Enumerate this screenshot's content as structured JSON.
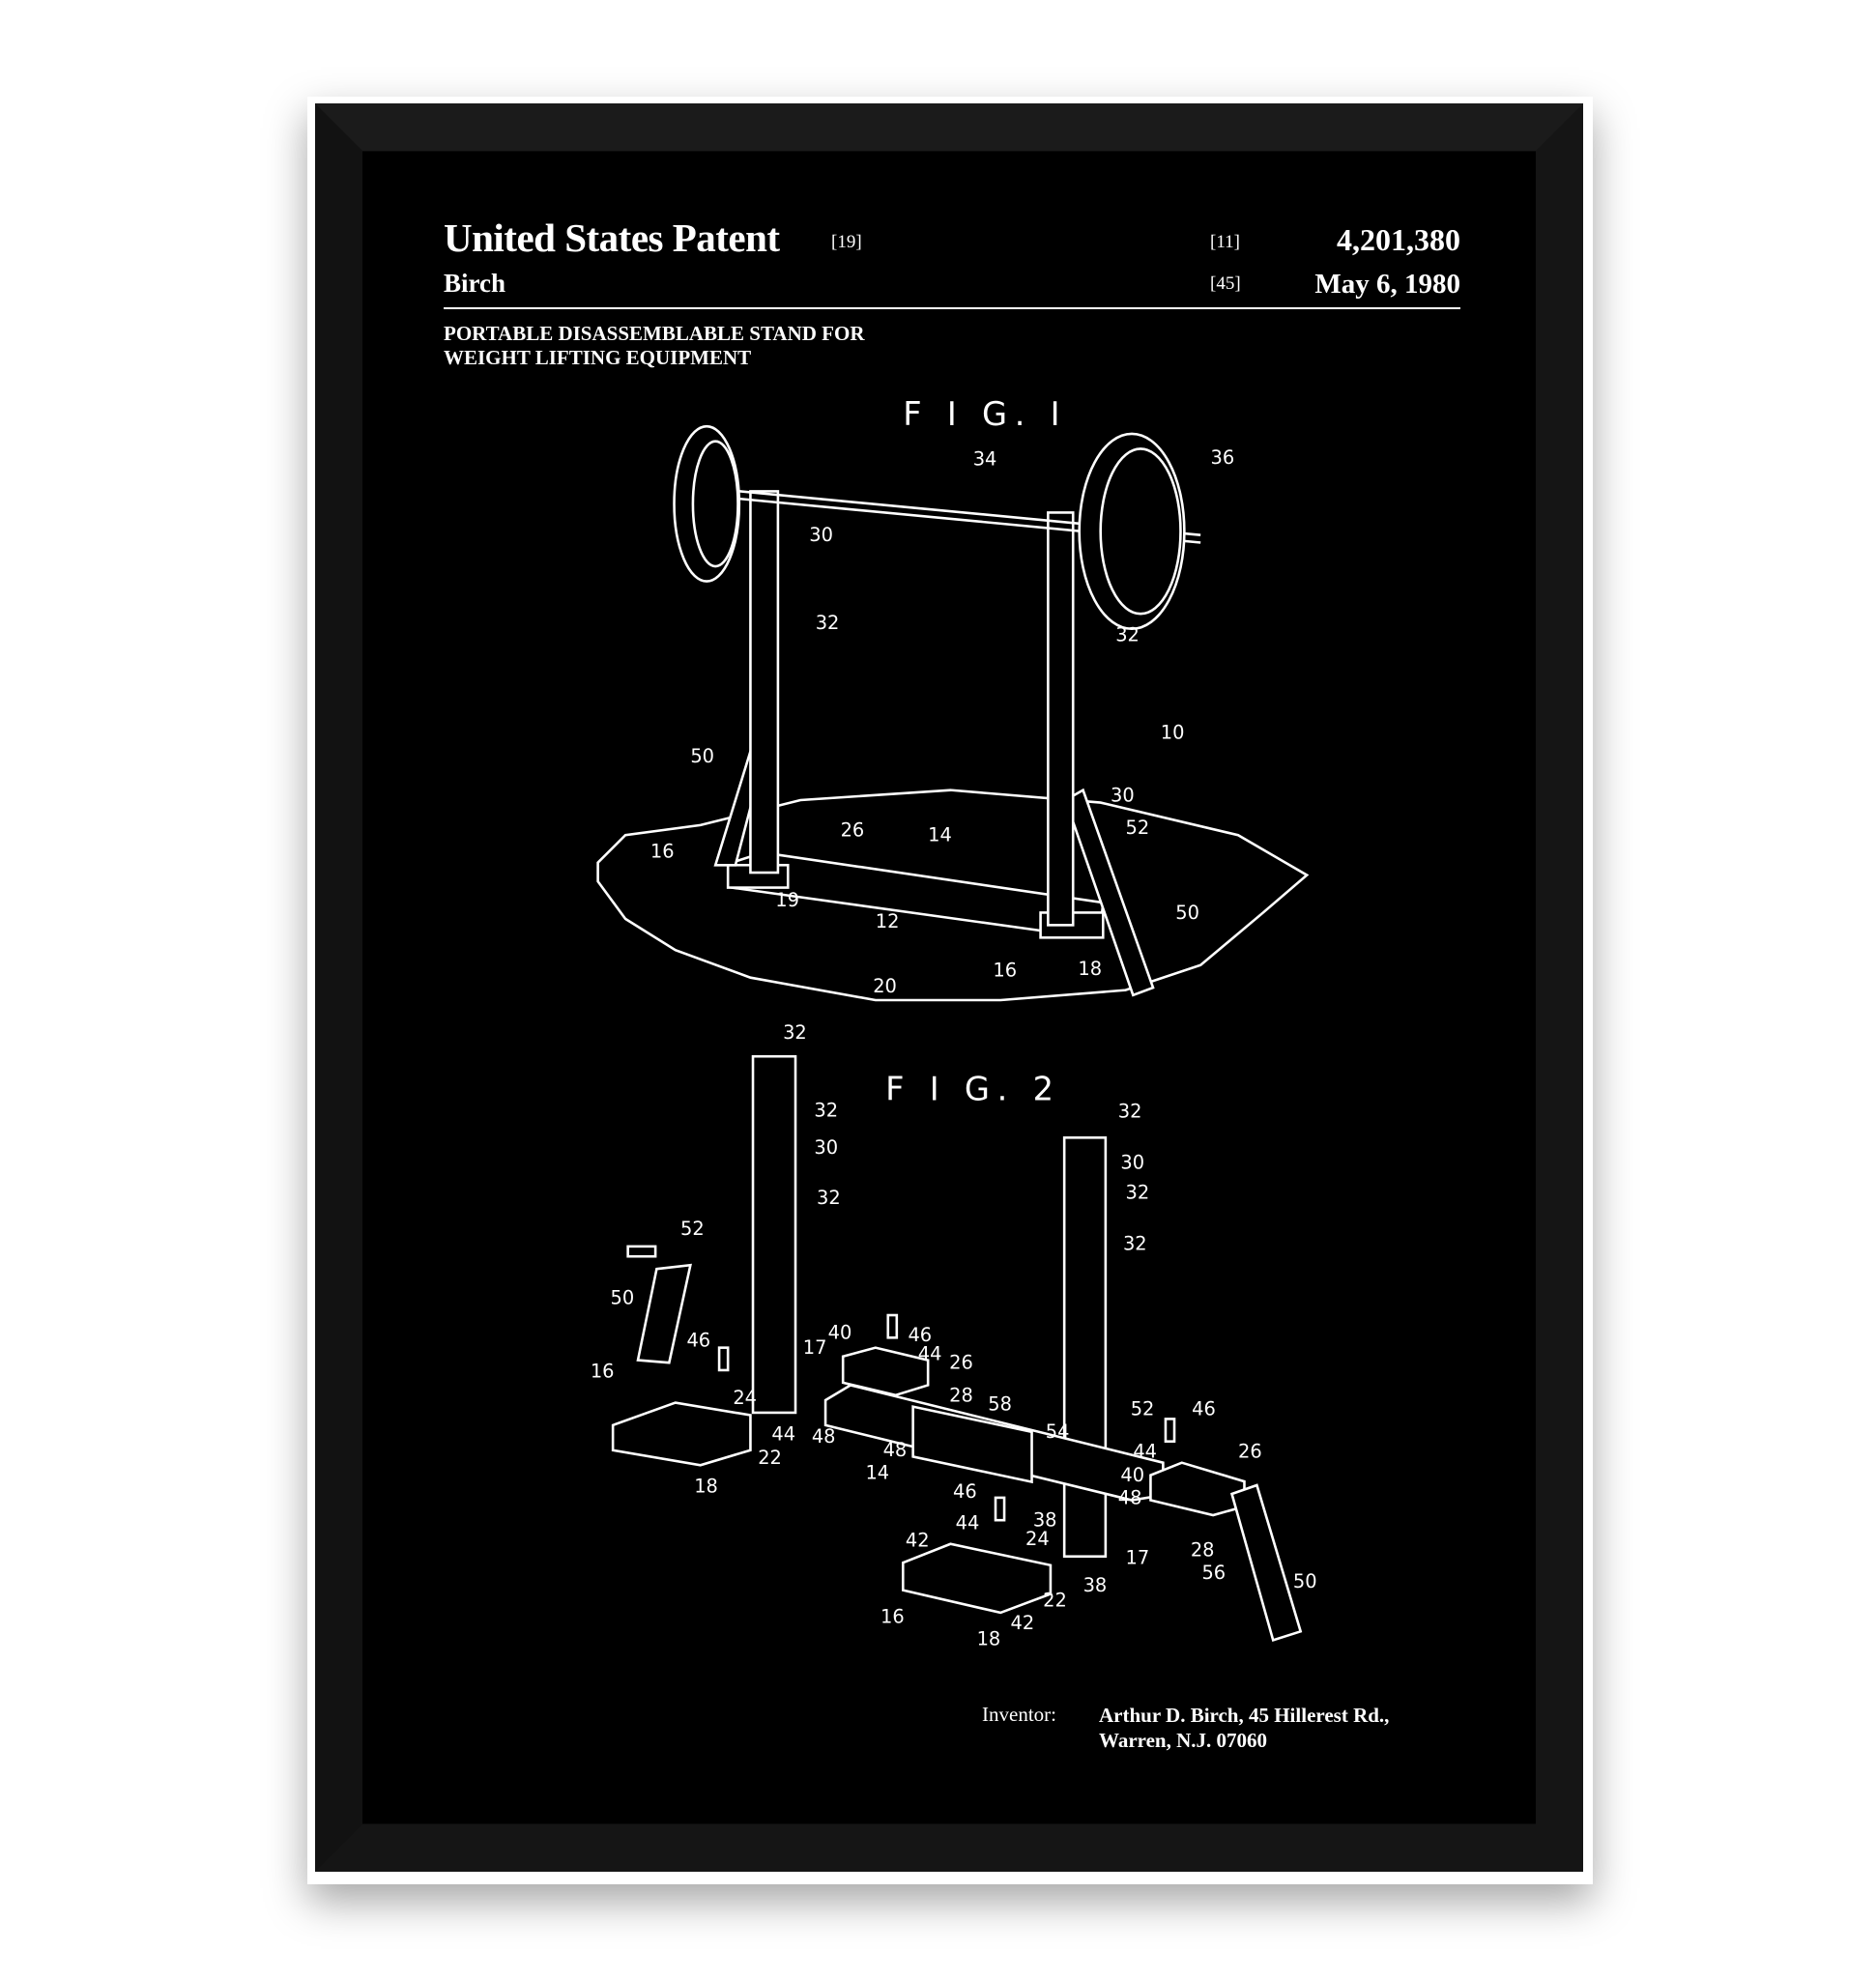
{
  "header": {
    "title": "United States Patent",
    "title_ref": "[19]",
    "inventor_surname": "Birch",
    "patent_number_ref": "[11]",
    "patent_number": "4,201,380",
    "date_ref": "[45]",
    "date": "May 6, 1980",
    "subtitle_line1": "PORTABLE DISASSEMBLABLE STAND FOR",
    "subtitle_line2": "WEIGHT LIFTING EQUIPMENT"
  },
  "figures": {
    "fig1_title": "F I G. I",
    "fig2_title": "F I G. 2",
    "fig1_labels": [
      "34",
      "36",
      "30",
      "32",
      "32",
      "10",
      "50",
      "30",
      "52",
      "26",
      "14",
      "16",
      "19",
      "12",
      "50",
      "16",
      "18",
      "20"
    ],
    "fig2_labels": [
      "32",
      "32",
      "30",
      "32",
      "52",
      "50",
      "46",
      "16",
      "24",
      "44",
      "22",
      "18",
      "17",
      "40",
      "46",
      "44",
      "26",
      "28",
      "58",
      "48",
      "48",
      "14",
      "54",
      "52",
      "46",
      "44",
      "40",
      "26",
      "48",
      "46",
      "44",
      "24",
      "42",
      "38",
      "17",
      "28",
      "56",
      "50",
      "38",
      "22",
      "16",
      "42",
      "18",
      "32",
      "30",
      "32",
      "32"
    ]
  },
  "inventor": {
    "label": "Inventor:",
    "line1": "Arthur D. Birch, 45 Hillerest Rd.,",
    "line2": "Warren, N.J. 07060"
  }
}
